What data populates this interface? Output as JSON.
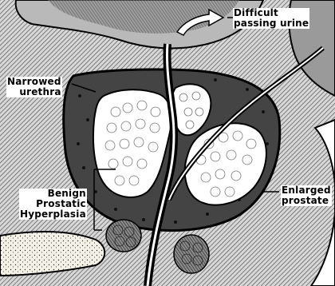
{
  "labels": {
    "difficult_passing_urine": [
      "Difficult",
      "passing urine"
    ],
    "narrowed_urethra": [
      "Narrowed",
      "urethra"
    ],
    "bph": [
      "Benign",
      "Prostatic",
      "Hyperplasia"
    ],
    "enlarged_prostate": [
      "Enlarged",
      "prostate"
    ]
  },
  "colors": {
    "ink": "#000000",
    "prostate": "#444444",
    "tissue": "#ffffff",
    "bladder": "#b9b9b9",
    "cream": "#f4f1e6"
  }
}
